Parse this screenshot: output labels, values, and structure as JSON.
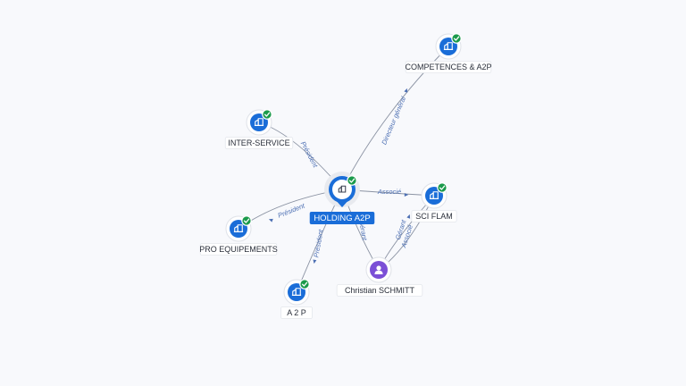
{
  "nodes": [
    {
      "id": "holding",
      "label": "HOLDING A2P",
      "kind": "company-main",
      "verified": true
    },
    {
      "id": "competences",
      "label": "COMPETENCES & A2P",
      "kind": "company",
      "verified": true
    },
    {
      "id": "interservice",
      "label": "INTER-SERVICE",
      "kind": "company",
      "verified": true
    },
    {
      "id": "sciflam",
      "label": "SCI FLAM",
      "kind": "company",
      "verified": true
    },
    {
      "id": "proequipements",
      "label": "PRO EQUIPEMENTS",
      "kind": "company",
      "verified": true
    },
    {
      "id": "a2p",
      "label": "A 2 P",
      "kind": "company",
      "verified": true
    },
    {
      "id": "schmitt",
      "label": "Christian SCHMITT",
      "kind": "person",
      "verified": false
    }
  ],
  "edges": [
    {
      "from": "holding",
      "to": "competences",
      "label": "Directeur général"
    },
    {
      "from": "holding",
      "to": "interservice",
      "label": "Président"
    },
    {
      "from": "holding",
      "to": "sciflam",
      "label": "Associé"
    },
    {
      "from": "holding",
      "to": "proequipements",
      "label": "Président"
    },
    {
      "from": "holding",
      "to": "a2p",
      "label": "Président"
    },
    {
      "from": "holding",
      "to": "schmitt",
      "label": "Gérant"
    },
    {
      "from": "schmitt",
      "to": "sciflam",
      "label": "Gérant"
    },
    {
      "from": "schmitt",
      "to": "sciflam",
      "label": "Associé"
    }
  ],
  "colors": {
    "company_icon": "#1a6dd8",
    "verified_badge": "#1b9a4b",
    "person_icon": "#7b4fd6",
    "edge_label": "#4c6fb3",
    "edge_line": "#8b93a3",
    "background": "#f8f9fc"
  },
  "icons": {
    "company": "building-icon",
    "person": "user-icon",
    "verified": "check-badge-icon"
  }
}
